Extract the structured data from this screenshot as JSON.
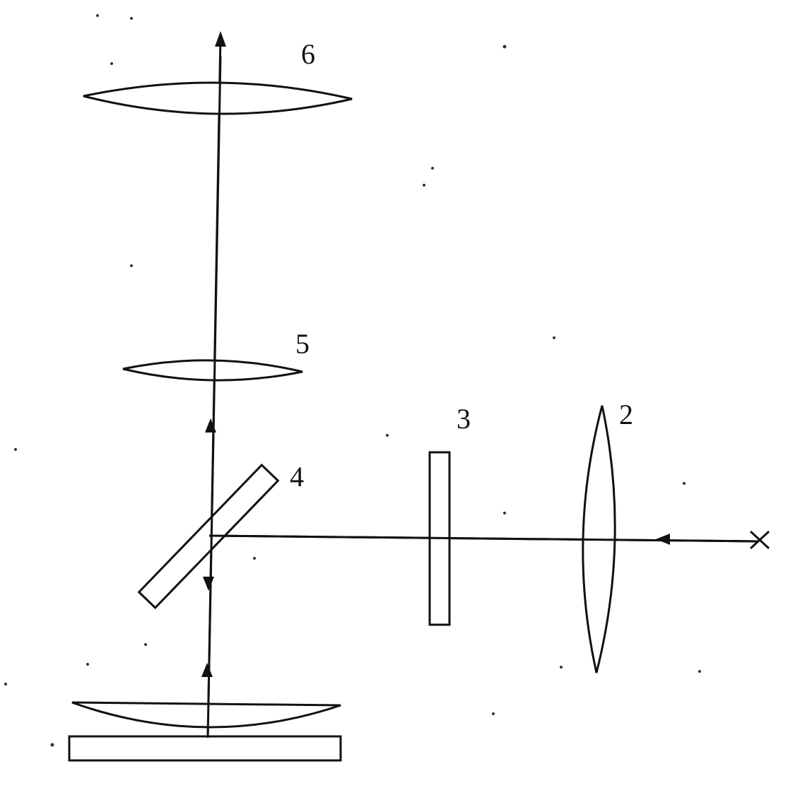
{
  "labels": {
    "lens_2": "2",
    "plate_3": "3",
    "beam_splitter_4": "4",
    "lens_5": "5",
    "lens_6": "6"
  },
  "colors": {
    "ink": "#111111",
    "background": "#ffffff"
  }
}
